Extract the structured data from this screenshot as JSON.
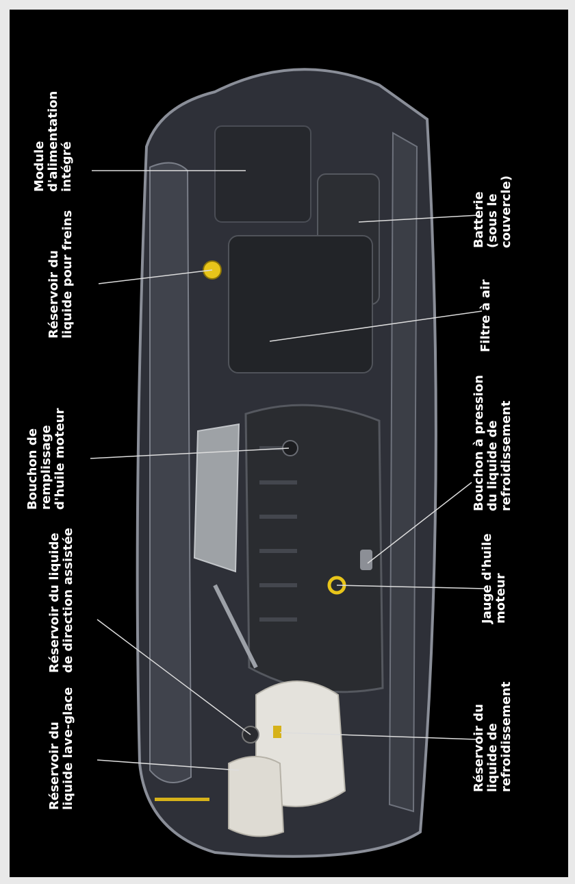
{
  "labels": {
    "module": [
      "Module",
      "d'alimentation",
      "intégré"
    ],
    "brake": [
      "Réservoir du",
      "liquide pour freins"
    ],
    "oil_fill": [
      "Bouchon de",
      "remplissage",
      "d'huile moteur"
    ],
    "power_steering": [
      "Réservoir du liquide",
      "de direction assistée"
    ],
    "washer": [
      "Réservoir du",
      "liquide lave-glace"
    ],
    "battery": [
      "Batterie",
      "(sous le",
      "couvercle)"
    ],
    "air_filter": [
      "Filtre à air"
    ],
    "pressure_cap": [
      "Bouchon à pression",
      "du liquide de",
      "refroidissement"
    ],
    "dipstick": [
      "Jauge d'huile",
      "moteur"
    ],
    "coolant": [
      "Réservoir du",
      "liquide de",
      "refroidissement"
    ]
  },
  "colors": {
    "background": "#000000",
    "label_text": "#ffffff",
    "leader_line": "#dddddd",
    "body_panel": "#3a3d45",
    "engine_cover": "#2a2c30",
    "yellow_cap": "#e8c51a",
    "reservoir": "#e4e2dc"
  }
}
